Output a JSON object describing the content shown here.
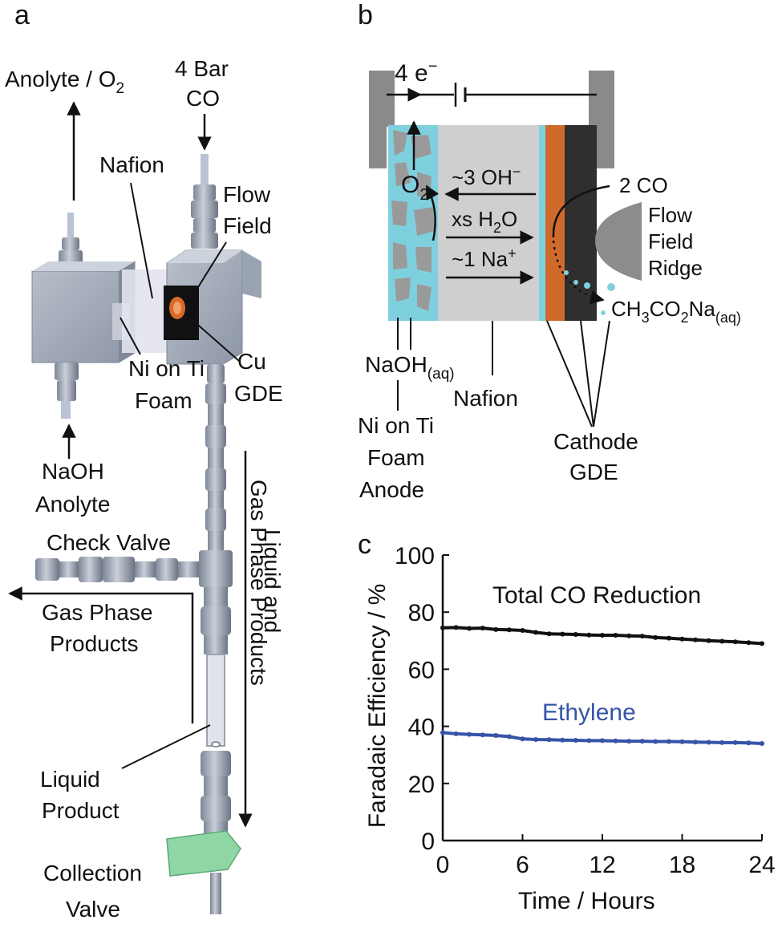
{
  "panels": {
    "a": "a",
    "b": "b",
    "c": "c"
  },
  "panel_a": {
    "anolyte_out": "Anolyte / O",
    "anolyte_out_sub": "2",
    "co_feed_1": "4 Bar",
    "co_feed_2": "CO",
    "nafion": "Nafion",
    "flow_field_1": "Flow",
    "flow_field_2": "Field",
    "cu_gde_1": "Cu",
    "cu_gde_2": "GDE",
    "ni_foam_1": "Ni on Ti",
    "ni_foam_2": "Foam",
    "naoh_1": "NaOH",
    "naoh_2": "Anolyte",
    "check_valve": "Check Valve",
    "gas_products_1": "Gas Phase",
    "gas_products_2": "Products",
    "liq_gas_1": "Liquid and",
    "liq_gas_2": "Gas Phase Products",
    "liquid_product_1": "Liquid",
    "liquid_product_2": "Product",
    "collection_1": "Collection",
    "collection_2": "Valve"
  },
  "panel_b": {
    "electrons": "4 e",
    "electrons_sup": "−",
    "o2": "O",
    "o2_sub": "2",
    "oh": "~3 OH",
    "oh_sup": "−",
    "water": "xs H",
    "water_sub": "2",
    "water_end": "O",
    "na": "~1 Na",
    "na_sup": "+",
    "co": "2 CO",
    "ridge_1": "Flow",
    "ridge_2": "Field",
    "ridge_3": "Ridge",
    "acetate_1": "CH",
    "acetate_sub1": "3",
    "acetate_2": "CO",
    "acetate_sub2": "2",
    "acetate_3": "Na",
    "acetate_sub3": "(aq)",
    "naoh": "NaOH",
    "naoh_sub": "(aq)",
    "nafion": "Nafion",
    "anode_1": "Ni on Ti",
    "anode_2": "Foam",
    "anode_3": "Anode",
    "cathode_1": "Cathode",
    "cathode_2": "GDE"
  },
  "chart_data": {
    "type": "line",
    "xlabel": "Time / Hours",
    "ylabel": "Faradaic Efficiency / %",
    "xlim": [
      0,
      24
    ],
    "ylim": [
      0,
      100
    ],
    "xticks": [
      "0",
      "6",
      "12",
      "18",
      "24"
    ],
    "yticks": [
      "0",
      "20",
      "40",
      "60",
      "80",
      "100"
    ],
    "grid": false,
    "series": [
      {
        "name": "Total CO Reduction",
        "color": "#111111",
        "x": [
          0,
          1,
          2,
          3,
          4,
          5,
          6,
          7,
          8,
          9,
          10,
          11,
          12,
          13,
          14,
          15,
          16,
          17,
          18,
          19,
          20,
          21,
          22,
          23,
          24
        ],
        "y": [
          74.5,
          74.6,
          74.3,
          74.4,
          73.9,
          73.8,
          73.6,
          72.9,
          72.4,
          72.3,
          72.2,
          72.0,
          71.9,
          71.9,
          71.7,
          71.6,
          71.1,
          70.9,
          70.6,
          70.3,
          70.0,
          69.8,
          69.6,
          69.3,
          69.0
        ]
      },
      {
        "name": "Ethylene",
        "color": "#3554a8",
        "x": [
          0,
          1,
          2,
          3,
          4,
          5,
          6,
          7,
          8,
          9,
          10,
          11,
          12,
          13,
          14,
          15,
          16,
          17,
          18,
          19,
          20,
          21,
          22,
          23,
          24
        ],
        "y": [
          37.8,
          37.4,
          37.2,
          37.0,
          36.8,
          36.4,
          35.6,
          35.4,
          35.3,
          35.2,
          35.1,
          35.0,
          35.0,
          34.9,
          34.8,
          34.8,
          34.7,
          34.7,
          34.6,
          34.5,
          34.4,
          34.3,
          34.3,
          34.2,
          34.0
        ]
      }
    ]
  },
  "colors": {
    "foam_blue": "#7fd0de",
    "foam_gray": "#9a9a9a",
    "nafion_gray": "#cfcfcf",
    "copper": "#d06a2b",
    "carbon": "#2f2f2f",
    "ridge_gray": "#8c8c8c",
    "cell_steel": "#a9b1bd",
    "valve_green": "#8ed7a4",
    "ethylene_blue": "#3554a8"
  }
}
